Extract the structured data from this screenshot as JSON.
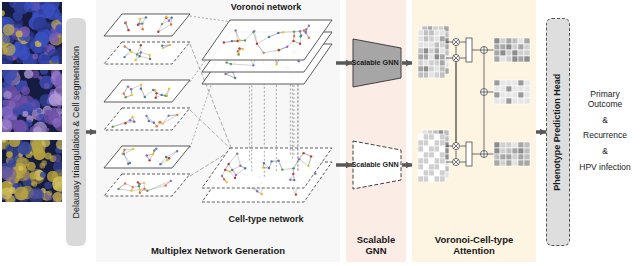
{
  "diagram": {
    "nodes": [
      {
        "text": [
          "Delaunay triangulation & Cell segmentation"
        ]
      },
      {
        "text": [
          "Multiplex Network Generation"
        ]
      },
      {
        "text": [
          "Voronoi network"
        ],
        "in": 1
      },
      {
        "text": [
          "Cell-type network"
        ],
        "in": 1
      },
      {
        "text": [
          "Scalable GNN"
        ]
      },
      {
        "text": [
          "Scalable GNN"
        ],
        "in": 4
      },
      {
        "text": [
          "Scalable GNN"
        ],
        "in": 4
      },
      {
        "text": [
          "Voronoi-Cell-type Attention"
        ]
      },
      {
        "text": [
          "Phenotype Prediction Head"
        ]
      }
    ],
    "edges": [
      {
        "from": 0,
        "to": 1,
        "arrow": "to"
      },
      {
        "from": 2,
        "to": 5,
        "arrow": "to"
      },
      {
        "from": 3,
        "to": 6,
        "arrow": "to"
      },
      {
        "from": 5,
        "to": 7,
        "arrow": "to"
      },
      {
        "from": 6,
        "to": 7,
        "arrow": "to"
      },
      {
        "from": 7,
        "to": 8,
        "arrow": "to"
      }
    ],
    "labels": [
      "Primary Outcome",
      "&",
      "Recurrence",
      "&",
      "HPV infection"
    ]
  }
}
